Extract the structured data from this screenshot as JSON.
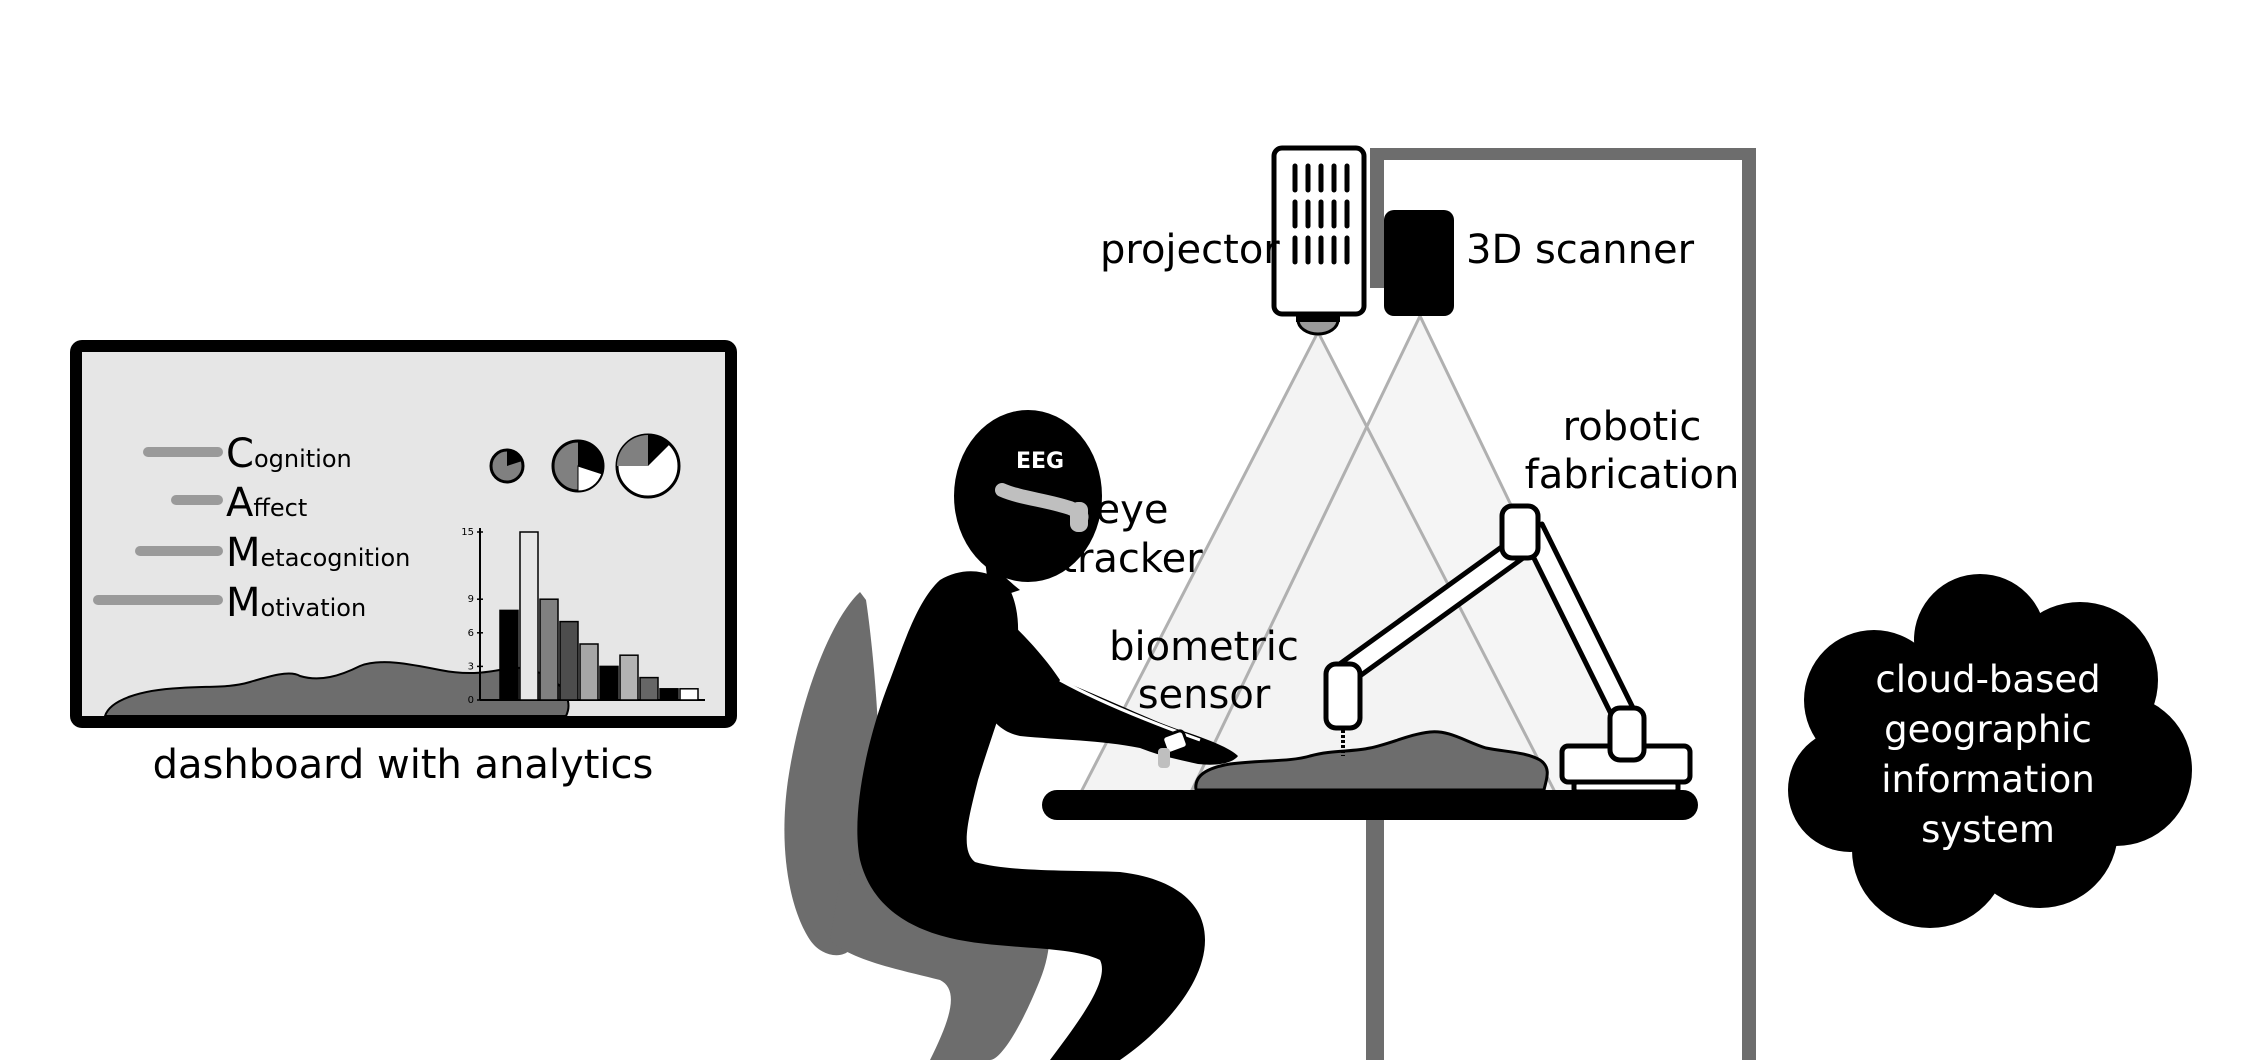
{
  "labels": {
    "projector": "projector",
    "scanner": "3D scanner",
    "robotic": [
      "robotic",
      "fabrication"
    ],
    "eye_tracker": [
      "eye",
      "tracker"
    ],
    "biometric": [
      "biometric",
      "sensor"
    ],
    "eeg": "EEG",
    "dashboard_caption": "dashboard with analytics",
    "cloud": [
      "cloud-based",
      "geographic",
      "information",
      "system"
    ]
  },
  "dashboard": {
    "metrics": [
      {
        "initial": "C",
        "rest": "ognition"
      },
      {
        "initial": "A",
        "rest": "ffect"
      },
      {
        "initial": "M",
        "rest": "etacognition"
      },
      {
        "initial": "M",
        "rest": "otivation"
      }
    ]
  },
  "chart_data": {
    "type": "bar",
    "ytick_labels": [
      "0",
      "3",
      "6",
      "9",
      "15"
    ],
    "ylim": [
      0,
      15
    ],
    "values": [
      8,
      15,
      9,
      7,
      5,
      3,
      4,
      2,
      1,
      1
    ],
    "bar_colors": [
      "#000000",
      "#e6e6e6",
      "#808080",
      "#4d4d4d",
      "#a6a6a6",
      "#000000",
      "#b3b3b3",
      "#666666",
      "#000000",
      "#ffffff"
    ]
  },
  "pies": [
    0.2,
    0.3,
    0.125
  ],
  "colors": {
    "black": "#000000",
    "dark_gray": "#6d6d6d",
    "light_gray": "#bfbfbf",
    "screen_bg": "#e6e6e6",
    "beam": "#b0b0b0",
    "beam_fill": "#f3f3f3"
  }
}
